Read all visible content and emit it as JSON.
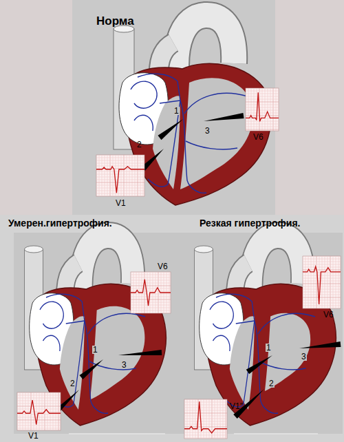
{
  "diagram": {
    "labels": [
      "Норма",
      "1",
      "3",
      "V6",
      "2",
      "V1",
      "Умерен.гипертрофия.",
      "Резкая гипертрофия.",
      "V6",
      "1",
      "3",
      "2",
      "V1",
      "V6",
      "1",
      "3",
      "2",
      "V1″"
    ]
  }
}
